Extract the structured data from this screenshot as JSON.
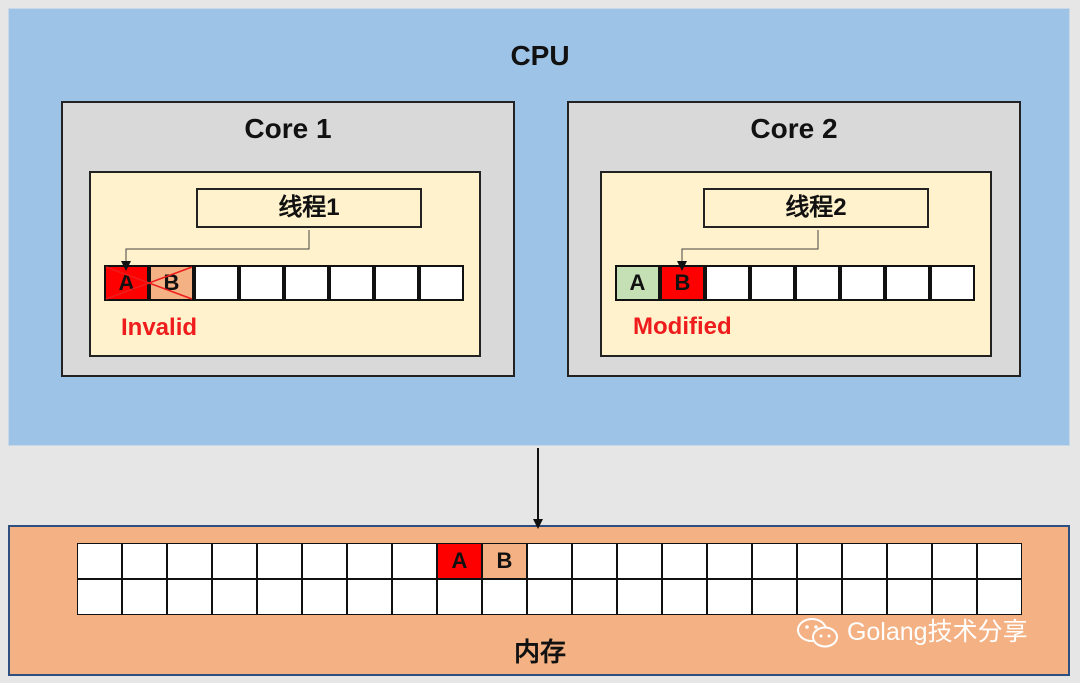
{
  "cpu": {
    "title": "CPU"
  },
  "cores": [
    {
      "title": "Core 1",
      "thread": "线程1",
      "thread_color": "#c5e0b4",
      "cells": [
        "A",
        "B",
        "",
        "",
        "",
        "",
        "",
        ""
      ],
      "cell_colors": [
        "#ff0000",
        "#f4b183",
        "#ffffff",
        "#ffffff",
        "#ffffff",
        "#ffffff",
        "#ffffff",
        "#ffffff"
      ],
      "crossed_cells": [
        1
      ],
      "status": "Invalid"
    },
    {
      "title": "Core 2",
      "thread": "线程2",
      "thread_color": "#f4b183",
      "cells": [
        "A",
        "B",
        "",
        "",
        "",
        "",
        "",
        ""
      ],
      "cell_colors": [
        "#c5e0b4",
        "#ff0000",
        "#ffffff",
        "#ffffff",
        "#ffffff",
        "#ffffff",
        "#ffffff",
        "#ffffff"
      ],
      "crossed_cells": [],
      "status": "Modified"
    }
  ],
  "memory": {
    "title": "内存",
    "columns": 21,
    "rows": 2,
    "labeled_cells": [
      {
        "row": 0,
        "col": 8,
        "text": "A",
        "color": "#ff0000"
      },
      {
        "row": 0,
        "col": 9,
        "text": "B",
        "color": "#f4b183"
      }
    ]
  },
  "watermark": {
    "text": "Golang技术分享",
    "icon": "wechat-icon"
  }
}
